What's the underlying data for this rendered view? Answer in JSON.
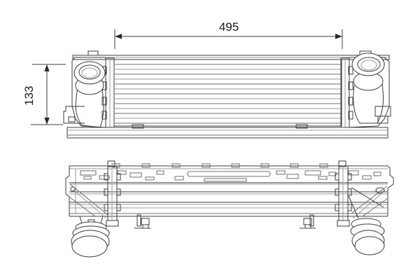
{
  "page": {
    "background_color": "#ffffff"
  },
  "drawing": {
    "kind": "technical-line-drawing",
    "subject": "intercooler-two-orthographic-views",
    "line_color": "#3c3c3c",
    "light_line_color": "#9b9b9b",
    "text_color": "#1c1c1c",
    "dimensions": {
      "width": {
        "label": "495",
        "orientation": "horizontal"
      },
      "height": {
        "label": "133",
        "orientation": "vertical"
      }
    }
  }
}
